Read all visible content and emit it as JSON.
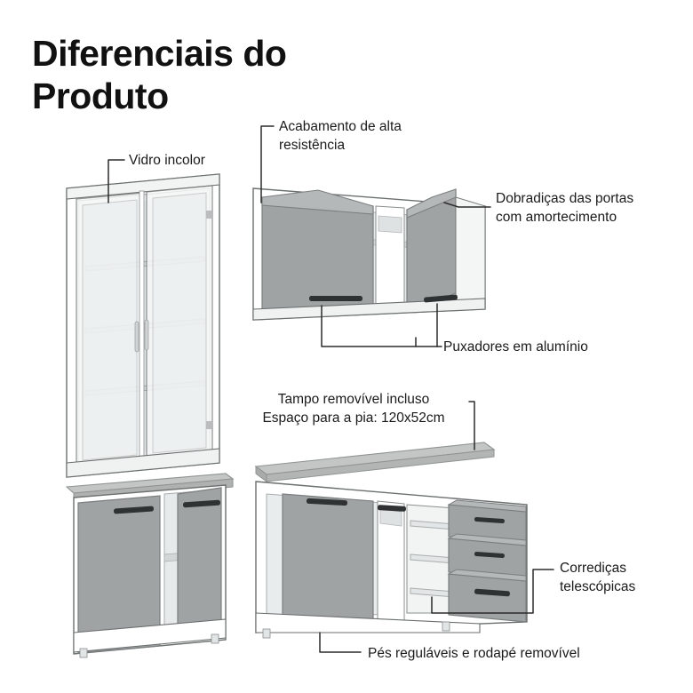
{
  "title": "Diferenciais do\nProduto",
  "labels": {
    "vidro_incolor": "Vidro incolor",
    "acabamento": "Acabamento de alta\nresistência",
    "dobradicas": "Dobradiças das portas\ncom amortecimento",
    "puxadores": "Puxadores em alumínio",
    "tampo": "Tampo removível incluso\nEspaço para a pia: 120x52cm",
    "corredicas": "Corrediças\ntelescópicas",
    "pes": "Pés reguláveis e rodapé removível"
  },
  "colors": {
    "background": "#ffffff",
    "text": "#1a1a1a",
    "title": "#111111",
    "leader_line": "#2b2b2b",
    "door_gray": "#9fa3a3",
    "door_gray_dark": "#8c9090",
    "cabinet_white": "#ffffff",
    "cabinet_outline": "#5f6363",
    "interior_light": "#eceeee",
    "interior_mid": "#d8dbdb",
    "interior_shadow": "#c6caca",
    "countertop": "#b9bcbb",
    "countertop_dark": "#a8abaa",
    "handle": "#2e3233",
    "glass": "#f4f6f6"
  },
  "diagram": {
    "type": "product-feature-callout",
    "product": "Kitchen cabinet set",
    "pieces": [
      {
        "name": "glass-door-tall-cabinet",
        "doors": 2,
        "shelves": 4
      },
      {
        "name": "upper-wall-cabinet",
        "doors": 3
      },
      {
        "name": "lower-base-cabinet-small",
        "doors": 2
      },
      {
        "name": "lower-base-cabinet-large",
        "doors": 2,
        "drawers": 3
      },
      {
        "name": "removable-countertop"
      }
    ]
  }
}
